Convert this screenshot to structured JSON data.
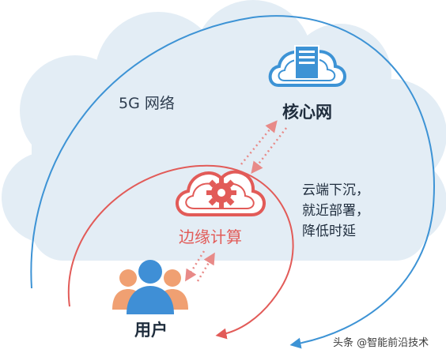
{
  "diagram": {
    "network_label": "5G 网络",
    "core_label": "核心网",
    "edge_label": "边缘计算",
    "user_label": "用户",
    "sink_note": [
      "云端下沉，",
      "就近部署，",
      "降低时延"
    ],
    "watermark": "头条 @智能前沿技术"
  },
  "colors": {
    "cloud_fill": "#e3edf5",
    "blue_accent": "#3d93d5",
    "red_accent": "#e25b58",
    "user_blue": "#3f8fd6",
    "user_orange": "#f0a072"
  }
}
